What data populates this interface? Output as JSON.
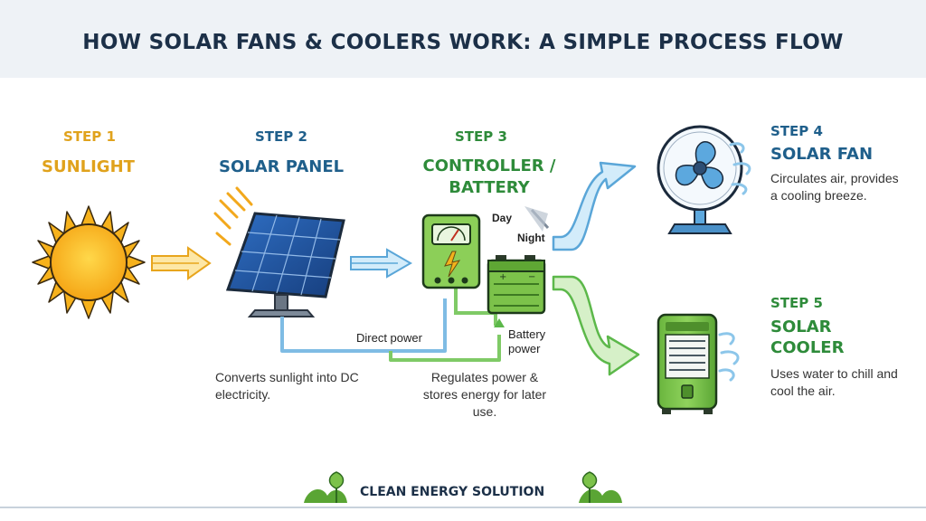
{
  "title": "HOW SOLAR FANS & COOLERS WORK: A SIMPLE PROCESS FLOW",
  "colors": {
    "step1": "#e0a21c",
    "step2": "#1f5f8b",
    "step3": "#2e8b3a",
    "step4": "#1f5f8b",
    "step5": "#2e8b3a",
    "sun": "#f7b21c",
    "panel": "#1e4f96",
    "device": "#7cc24a",
    "blue_flow": "#5aa6d8",
    "green_flow": "#5cb84a"
  },
  "steps": [
    {
      "label": "STEP 1",
      "name": "SUNLIGHT",
      "icon": "sun-icon"
    },
    {
      "label": "STEP 2",
      "name": "SOLAR PANEL",
      "icon": "solar-panel-icon",
      "description": "Converts sunlight into DC electricity."
    },
    {
      "label": "STEP 3",
      "name": "CONTROLLER / BATTERY",
      "icon": "charge-controller-icon",
      "description": "Regulates power & stores energy for later use."
    },
    {
      "label": "STEP 4",
      "name": "SOLAR FAN",
      "icon": "fan-icon",
      "description": "Circulates air, provides a cooling breeze."
    },
    {
      "label": "STEP 5",
      "name": "SOLAR COOLER",
      "icon": "air-cooler-icon",
      "description": "Uses water to chill and cool the air."
    }
  ],
  "flow_labels": {
    "direct": "Direct power",
    "battery": "Battery power",
    "day": "Day",
    "night": "Night"
  },
  "footer": "CLEAN ENERGY SOLUTION"
}
